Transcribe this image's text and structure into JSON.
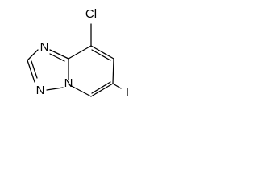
{
  "molecule": {
    "atom_labels": {
      "chlorine": "Cl",
      "iodine": "I",
      "n_top": "N",
      "n_left": "N",
      "n_bridge": "N"
    },
    "colors": {
      "bond": "#000000",
      "text": "#000000",
      "background": "#ffffff"
    }
  }
}
